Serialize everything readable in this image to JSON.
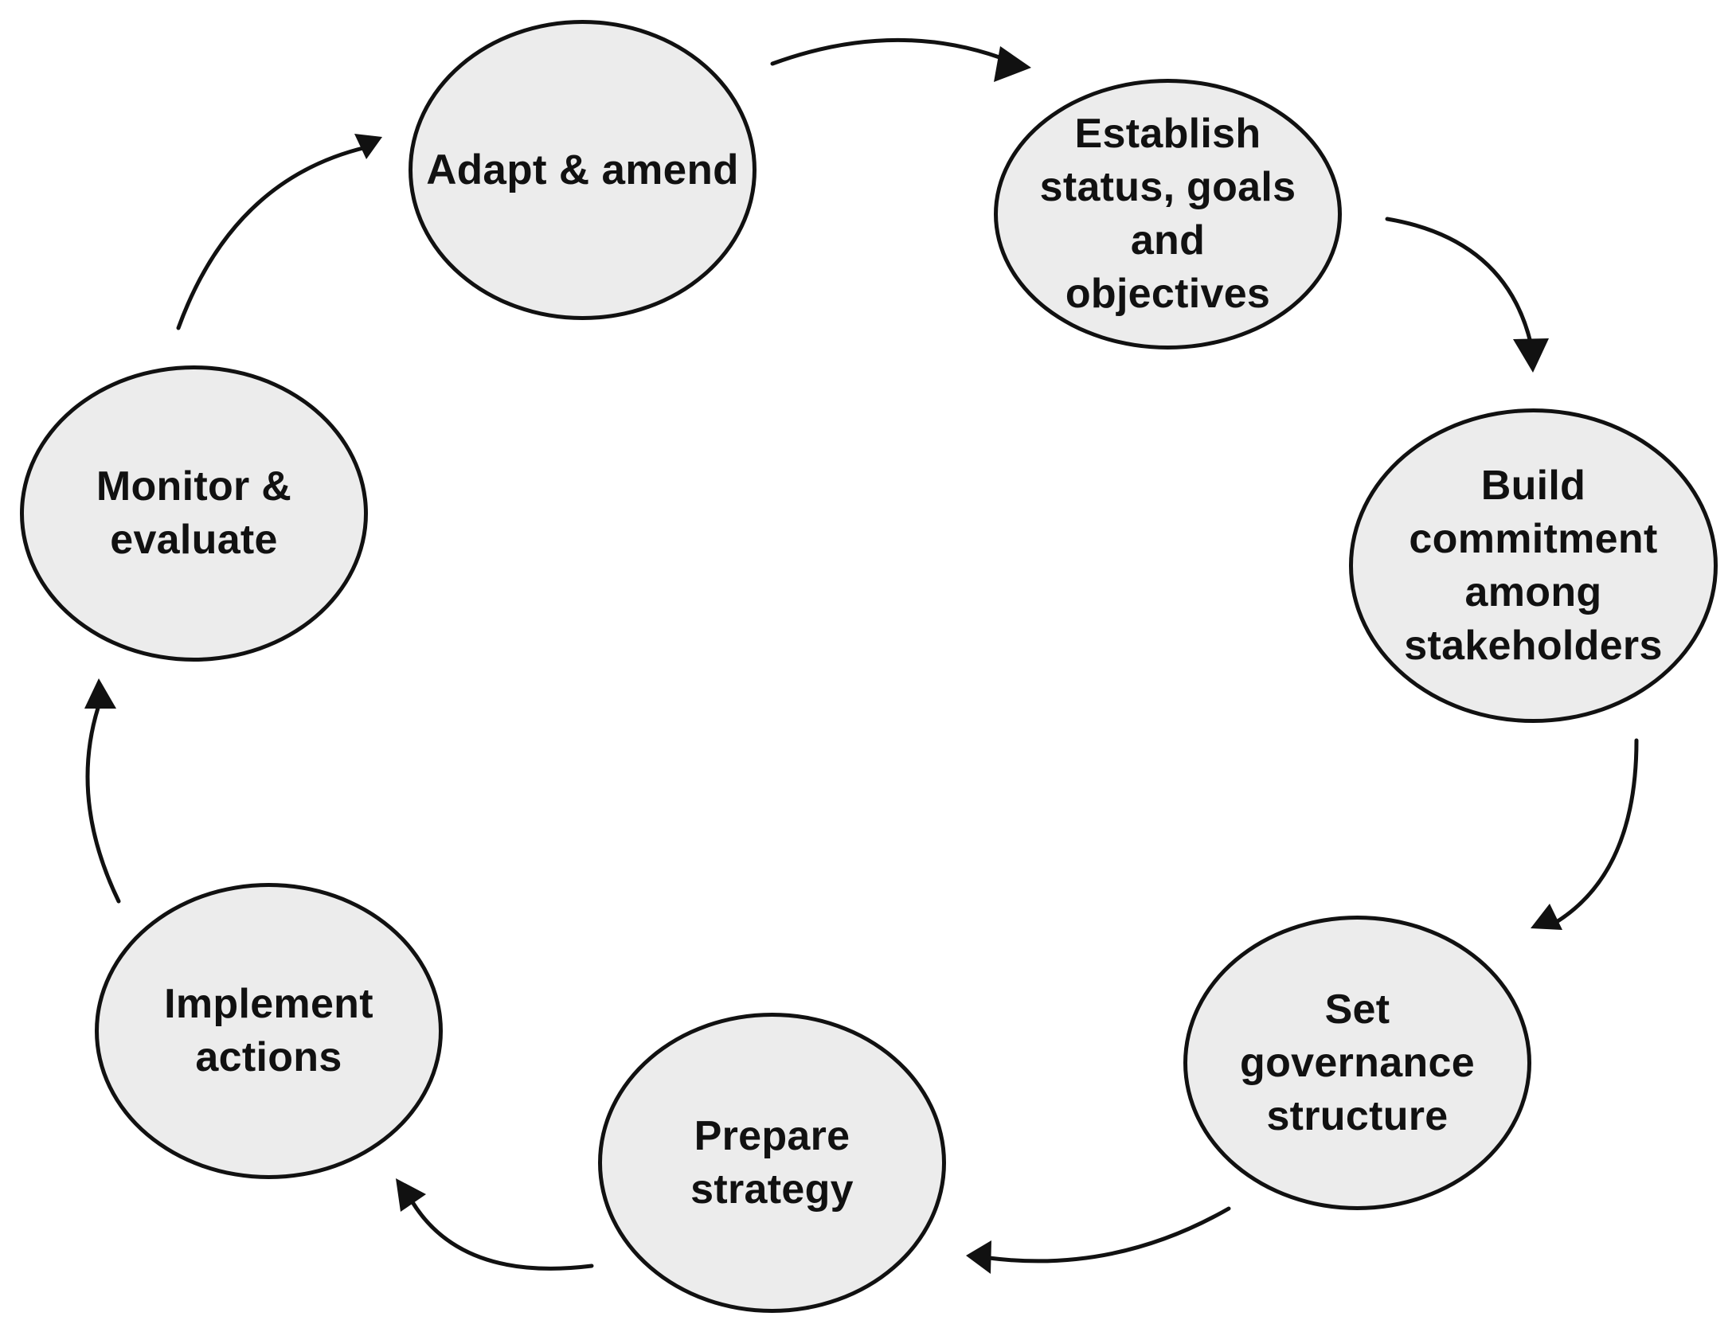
{
  "diagram": {
    "type": "cycle",
    "colors": {
      "node_fill": "#ececec",
      "node_stroke": "#111111",
      "arrow": "#111111",
      "background": "#ffffff"
    },
    "nodes": [
      {
        "id": "adapt",
        "label": "Adapt & amend"
      },
      {
        "id": "establish",
        "label": "Establish\nstatus, goals\nand\nobjectives"
      },
      {
        "id": "build",
        "label": "Build\ncommitment\namong\nstakeholders"
      },
      {
        "id": "set",
        "label": "Set\ngovernance\nstructure"
      },
      {
        "id": "prepare",
        "label": "Prepare\nstrategy"
      },
      {
        "id": "implement",
        "label": "Implement\nactions"
      },
      {
        "id": "monitor",
        "label": "Monitor &\nevaluate"
      }
    ],
    "edges": [
      {
        "from": "adapt",
        "to": "establish"
      },
      {
        "from": "establish",
        "to": "build"
      },
      {
        "from": "build",
        "to": "set"
      },
      {
        "from": "set",
        "to": "prepare"
      },
      {
        "from": "prepare",
        "to": "implement"
      },
      {
        "from": "implement",
        "to": "monitor"
      },
      {
        "from": "monitor",
        "to": "adapt"
      }
    ]
  }
}
